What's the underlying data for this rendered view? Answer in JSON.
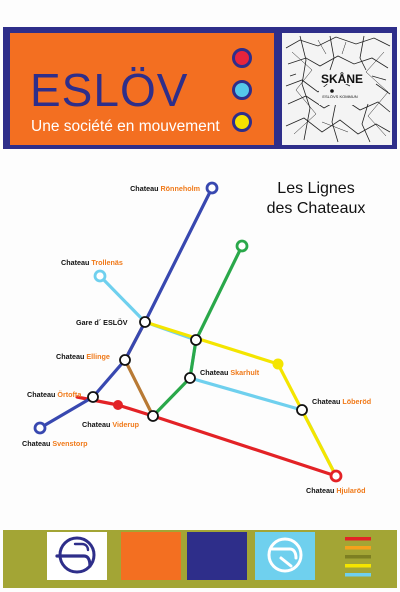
{
  "header": {
    "title": "ESLÖV",
    "subtitle": "Une société en mouvement",
    "dots": [
      "#e8243c",
      "#55c8ea",
      "#f6e100"
    ],
    "map_label": "SKÅNE",
    "map_sublabel": "ESLÖVS KOMMUN"
  },
  "diagram_title": {
    "line1": "Les Lignes",
    "line2": "des Chateaux"
  },
  "lines": [
    {
      "id": "blue",
      "color": "#3848b0"
    },
    {
      "id": "cyan",
      "color": "#6fd0ee"
    },
    {
      "id": "green",
      "color": "#2aa84a"
    },
    {
      "id": "yellow",
      "color": "#f4e500"
    },
    {
      "id": "brown",
      "color": "#b87a35"
    },
    {
      "id": "red",
      "color": "#e32226"
    }
  ],
  "stations": [
    {
      "prefix": "Chateau",
      "name": "Rönneholm"
    },
    {
      "prefix": "Chateau",
      "name": "Trollenäs"
    },
    {
      "prefix": "Gare d´",
      "name": "ESLÖV"
    },
    {
      "prefix": "Chateau",
      "name": "Ellinge"
    },
    {
      "prefix": "Chateau",
      "name": "Skarhult"
    },
    {
      "prefix": "Chateau",
      "name": "Örtofta"
    },
    {
      "prefix": "Chateau",
      "name": "Viderup"
    },
    {
      "prefix": "Chateau",
      "name": "Löberöd"
    },
    {
      "prefix": "Chateau",
      "name": "Svenstorp"
    },
    {
      "prefix": "Chateau",
      "name": "Hjularöd"
    }
  ],
  "colors": {
    "header_orange": "#f36f21",
    "header_navy": "#2e2e8a",
    "footer_olive": "#a3a535",
    "station_name": "#f07a1a",
    "footer_stripes": [
      "#e32226",
      "#f4a21c",
      "#a3a535",
      "#f4e500",
      "#6fd0ee"
    ]
  }
}
